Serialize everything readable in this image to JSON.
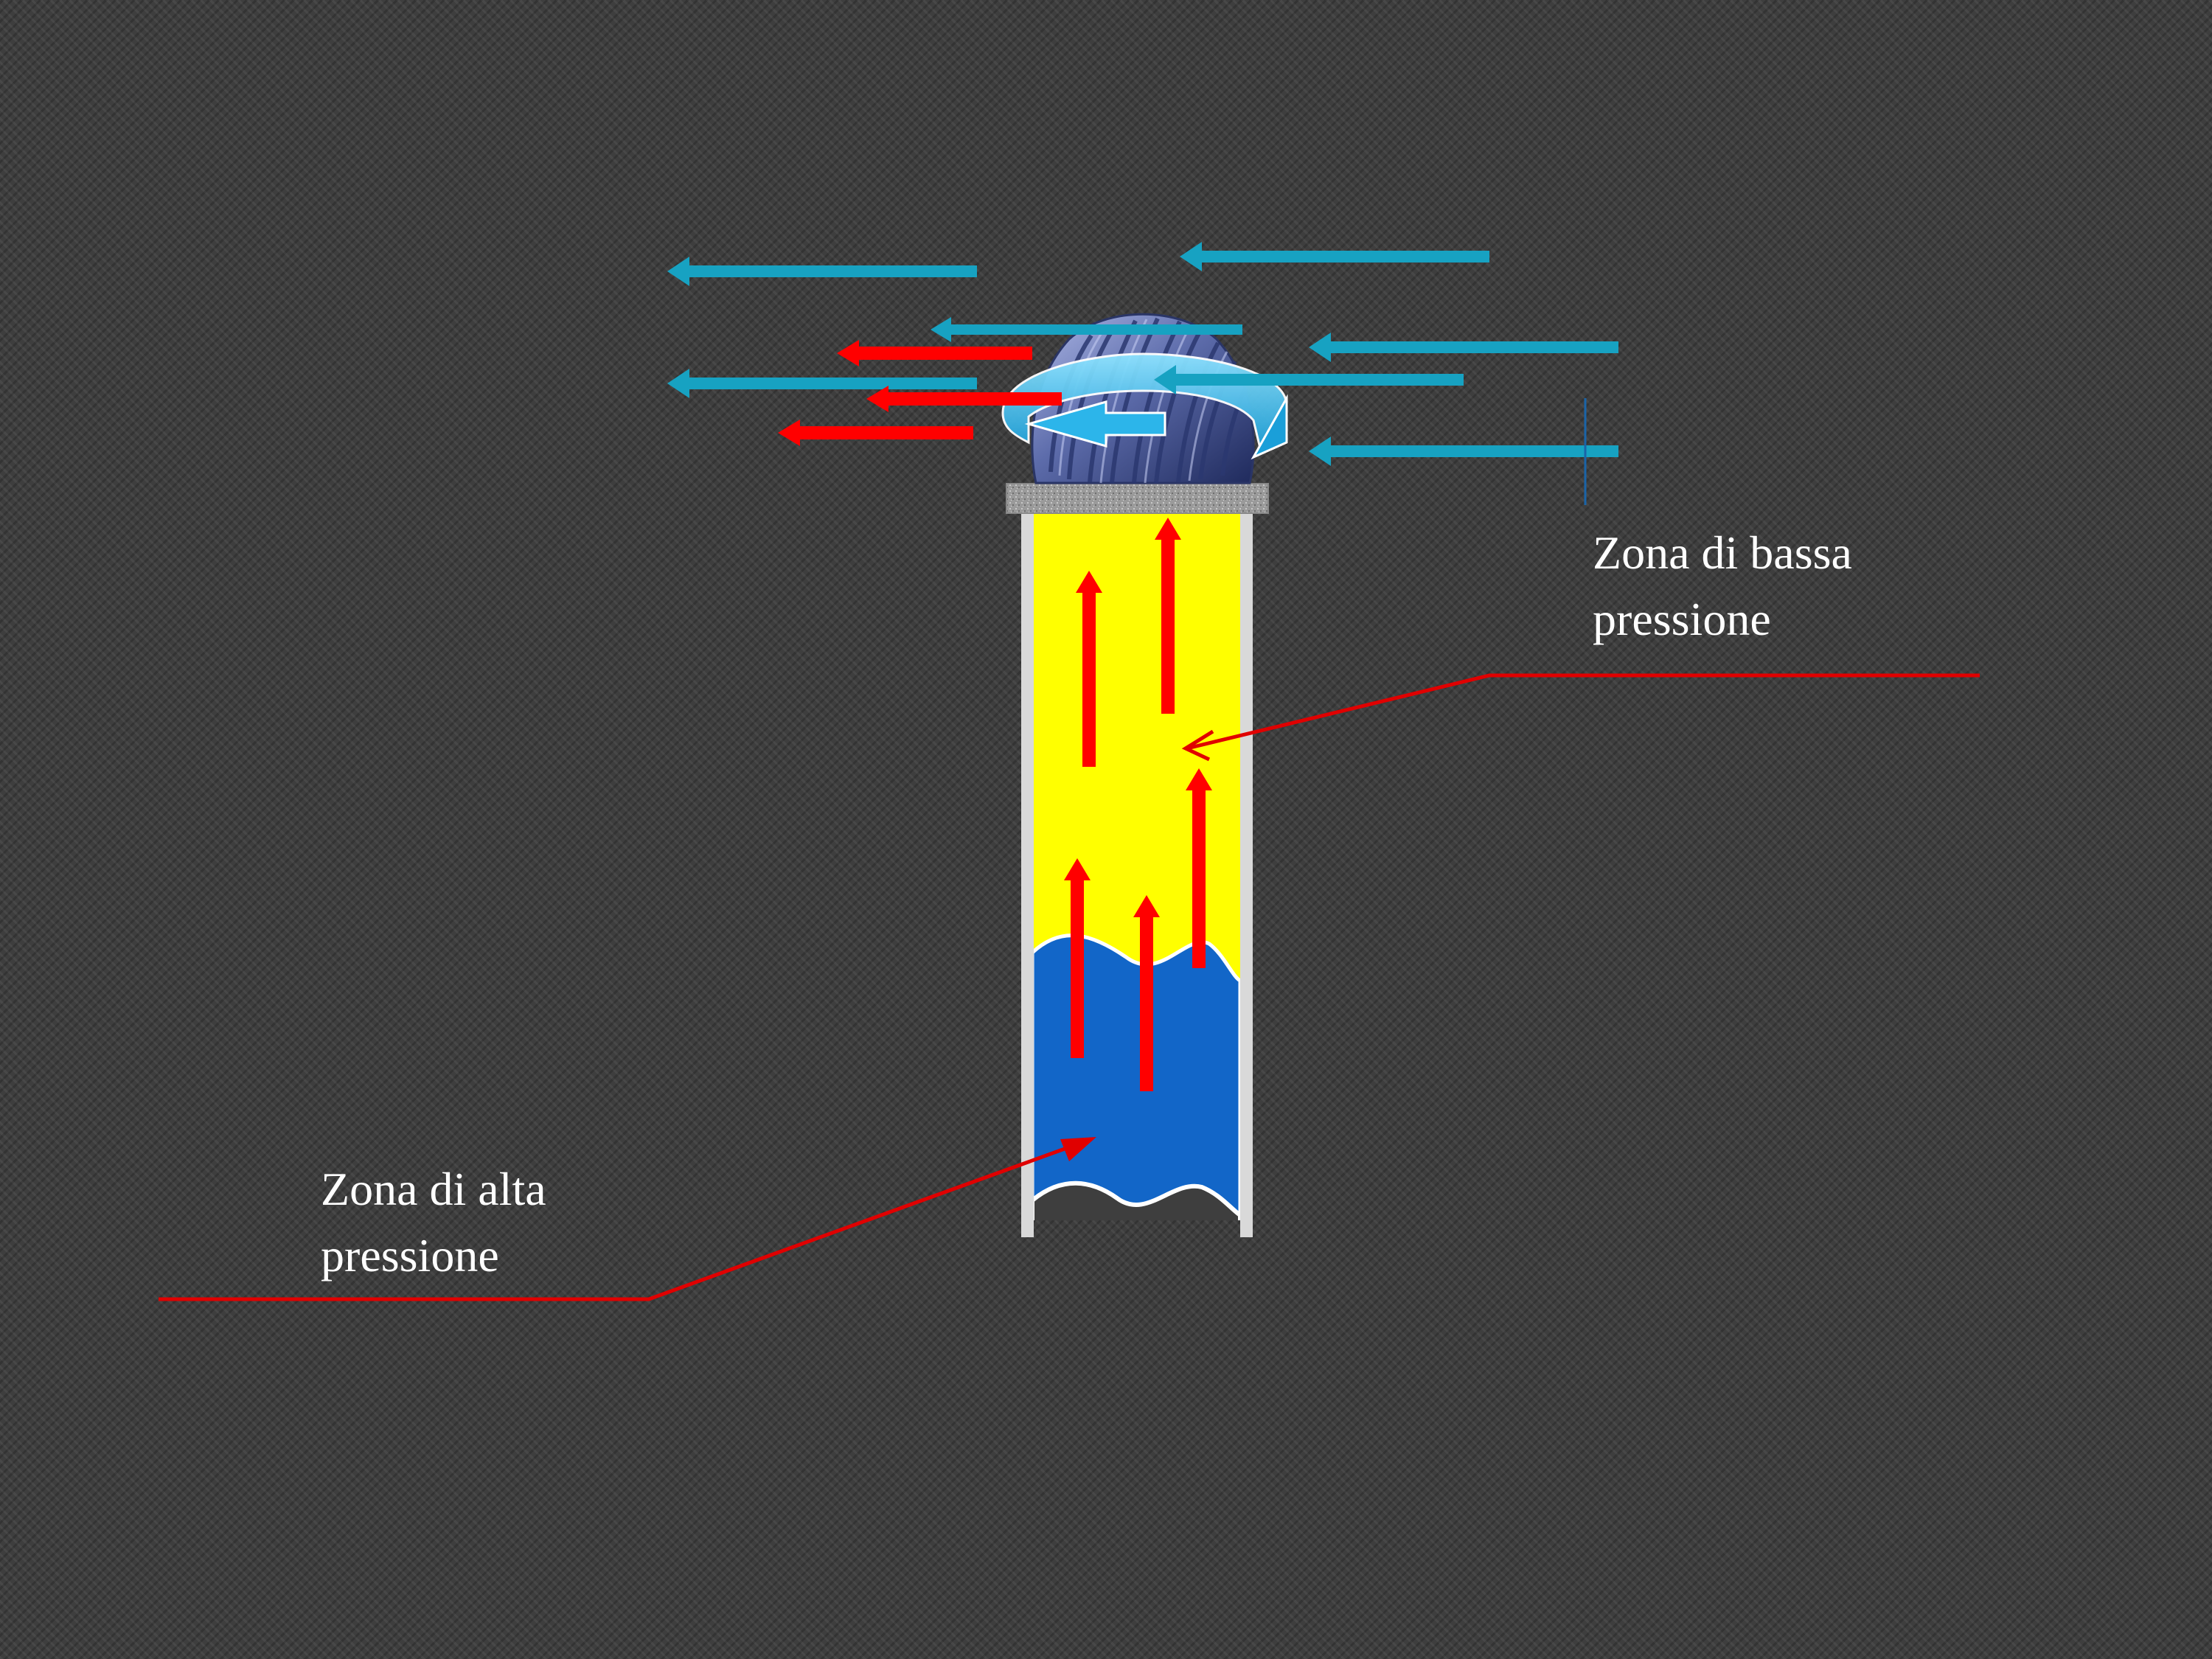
{
  "labels": {
    "low_pressure": {
      "line1": "Zona di bassa",
      "line2": "pressione"
    },
    "high_pressure": {
      "line1": "Zona di alta",
      "line2": "pressione"
    }
  },
  "colors": {
    "background": "#3e3e3e",
    "wind_arrow": "#17a2c2",
    "heat_arrow": "#ff0000",
    "hot_air": "#ffff00",
    "cool_air": "#1266c8",
    "pipe_wall": "#d9d9d9",
    "pointer_line": "#e00000",
    "turbine": "#5a6aa8",
    "label_text": "#ffffff"
  },
  "icons": {
    "turbine": "roof-turbine-ventilator-icon",
    "rotation": "rotation-arrow-icon"
  }
}
